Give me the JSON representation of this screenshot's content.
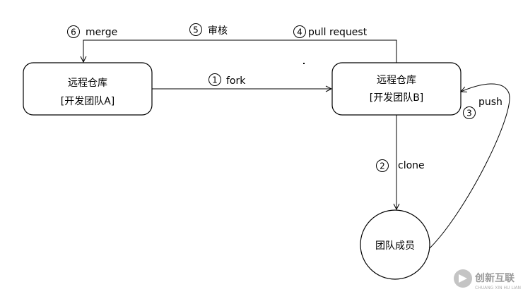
{
  "nodes": {
    "repo_a": {
      "title": "远程仓库",
      "subtitle": "[开发团队A]"
    },
    "repo_b": {
      "title": "远程仓库",
      "subtitle": "[开发团队B]"
    },
    "member": {
      "title": "团队成员"
    }
  },
  "steps": [
    {
      "num": "1",
      "label": "fork"
    },
    {
      "num": "2",
      "label": "clone"
    },
    {
      "num": "3",
      "label": "push"
    },
    {
      "num": "4",
      "label": "pull request"
    },
    {
      "num": "5",
      "label": "审核"
    },
    {
      "num": "6",
      "label": "merge"
    }
  ],
  "watermark": {
    "text": "创新互联",
    "sub": "CHUANG XIN HU LIAN"
  }
}
